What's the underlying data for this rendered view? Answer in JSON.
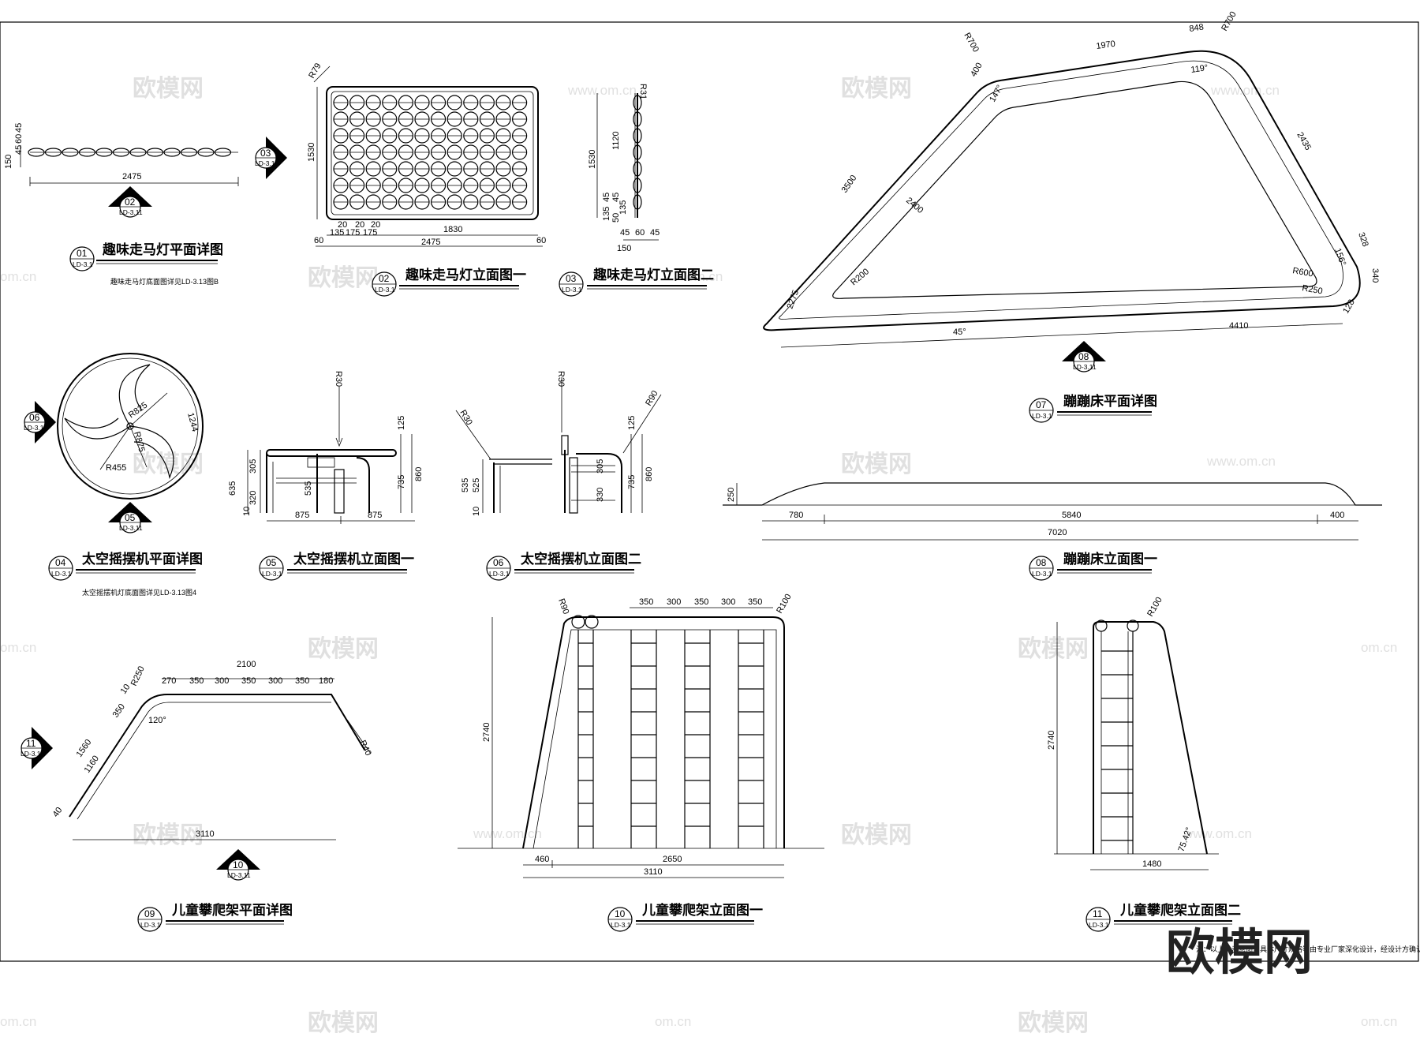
{
  "drawings": {
    "d01": {
      "num": "01",
      "ref": "LD-3.1",
      "title": "趣味走马灯平面详图",
      "note": "趣味走马灯底面图详见LD-3.13图B",
      "dims": [
        "150",
        "45",
        "60",
        "45",
        "2475"
      ]
    },
    "d02": {
      "num": "02",
      "ref": "LD-3.1",
      "title": "趣味走马灯立面图一",
      "dims": [
        "R79",
        "1530",
        "1830",
        "2475",
        "60",
        "60",
        "20",
        "20",
        "20",
        "135",
        "175",
        "175"
      ]
    },
    "d03": {
      "num": "03",
      "ref": "LD-3.1",
      "title": "趣味走马灯立面图二",
      "dims": [
        "R31",
        "1530",
        "1120",
        "45",
        "45",
        "50",
        "135",
        "135",
        "150",
        "45",
        "60",
        "45"
      ]
    },
    "d04": {
      "num": "04",
      "ref": "LD-3.1",
      "title": "太空摇摆机平面详图",
      "note": "太空摇摆机灯底面图详见LD-3.13图4",
      "dims": [
        "R825",
        "R875",
        "R455",
        "1244"
      ]
    },
    "d05": {
      "num": "05",
      "ref": "LD-3.1",
      "title": "太空摇摆机立面图一",
      "dims": [
        "R30",
        "125",
        "635",
        "305",
        "320",
        "10",
        "535",
        "735",
        "860",
        "875",
        "875"
      ]
    },
    "d06": {
      "num": "06",
      "ref": "LD-3.1",
      "title": "太空摇摆机立面图二",
      "dims": [
        "R30",
        "R30",
        "R90",
        "125",
        "535",
        "525",
        "10",
        "305",
        "330",
        "735",
        "860"
      ]
    },
    "d07": {
      "num": "07",
      "ref": "LD-3.1",
      "title": "蹦蹦床平面详图",
      "dims": [
        "R700",
        "1970",
        "848",
        "R700",
        "400",
        "147°",
        "119°",
        "2435",
        "3500",
        "2400",
        "328",
        "156°",
        "340",
        "R200",
        "R600",
        "R250",
        "45°",
        "4410",
        "2275",
        "128"
      ]
    },
    "d08": {
      "num": "08",
      "ref": "LD-3.1",
      "title": "蹦蹦床立面图一",
      "dims": [
        "250",
        "780",
        "5840",
        "400",
        "7020"
      ]
    },
    "d09": {
      "num": "09",
      "ref": "LD-3.1",
      "title": "儿童攀爬架平面详图",
      "dims": [
        "2100",
        "270",
        "350",
        "300",
        "350",
        "300",
        "350",
        "180",
        "R250",
        "350",
        "10",
        "120°",
        "1560",
        "1160",
        "40",
        "R40",
        "3110"
      ]
    },
    "d10": {
      "num": "10",
      "ref": "LD-3.1",
      "title": "儿童攀爬架立面图一",
      "dims": [
        "350",
        "300",
        "350",
        "300",
        "350",
        "R90",
        "R100",
        "2740",
        "460",
        "2650",
        "3110"
      ]
    },
    "d11": {
      "num": "11",
      "ref": "LD-3.1",
      "title": "儿童攀爬架立面图二",
      "dims": [
        "R100",
        "2740",
        "75.42°",
        "1480"
      ]
    }
  },
  "section_marks": {
    "m02": {
      "num": "02",
      "ref": "LD-3.11"
    },
    "m03": {
      "num": "03",
      "ref": "LD-3.11"
    },
    "m05": {
      "num": "05",
      "ref": "LD-3.11"
    },
    "m06": {
      "num": "06",
      "ref": "LD-3.11"
    },
    "m08": {
      "num": "08",
      "ref": "LD-3.11"
    },
    "m10": {
      "num": "10",
      "ref": "LD-3.11"
    },
    "m11": {
      "num": "11",
      "ref": "LD-3.11"
    }
  },
  "footnote": "注：以上为示意图，具体尺寸规格等由专业厂家深化设计，经设计方确认后，方可施工。",
  "watermark": {
    "mark": "欧模网",
    "site": "www.om.cn",
    "site_short": "om.cn"
  }
}
